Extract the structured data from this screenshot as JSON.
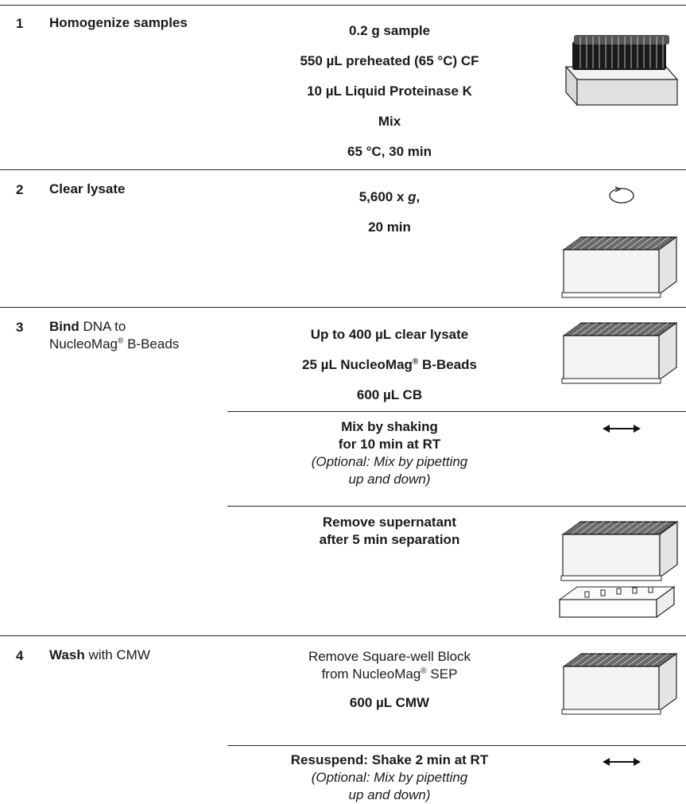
{
  "steps": [
    {
      "number": "1",
      "title_bold": "Homogenize samples",
      "title_rest": "",
      "lines": [
        "0.2 g sample",
        "550 µL preheated (65 °C) CF",
        "10 µL Liquid Proteinase K",
        "Mix",
        "65 °C, 30 min"
      ],
      "icon": "tube-rack-icon"
    },
    {
      "number": "2",
      "title_bold": "Clear lysate",
      "title_rest": "",
      "lines": [
        "5,600 x ",
        "20 min"
      ],
      "g_letter": "g",
      "g_suffix": ",",
      "icons": [
        "centrifuge-rotation-icon",
        "square-well-block-icon"
      ]
    },
    {
      "number": "3",
      "title_bold": "Bind",
      "title_rest": " DNA to",
      "title_line2": "NucleoMag",
      "title_line2_sup": "®",
      "title_line2_rest": " B-Beads",
      "sub_a": {
        "line1": "Up to 400 µL clear lysate",
        "line2_pre": "25 µL NucleoMag",
        "line2_sup": "®",
        "line2_post": " B-Beads",
        "line3": "600 µL CB"
      },
      "sub_b": {
        "line1": "Mix by shaking",
        "line2": "for 10 min at RT",
        "note1": "(Optional: Mix by pipetting",
        "note2": "up and down)"
      },
      "sub_c": {
        "line1": "Remove supernatant",
        "line2": "after 5 min separation"
      }
    },
    {
      "number": "4",
      "title_bold": "Wash",
      "title_rest": " with CMW",
      "sub_a": {
        "line1": "Remove Square-well Block",
        "line2_pre": "from NucleoMag",
        "line2_sup": "®",
        "line2_post": " SEP",
        "line3": "600 µL CMW"
      },
      "sub_b": {
        "line1": "Resuspend: Shake 2 min at RT",
        "note1": "(Optional: Mix by pipetting",
        "note2": "up and down)"
      }
    }
  ],
  "colors": {
    "text": "#1a1a1a",
    "rule": "#222222",
    "wells": "#111111",
    "block": "#f4f4f4"
  }
}
